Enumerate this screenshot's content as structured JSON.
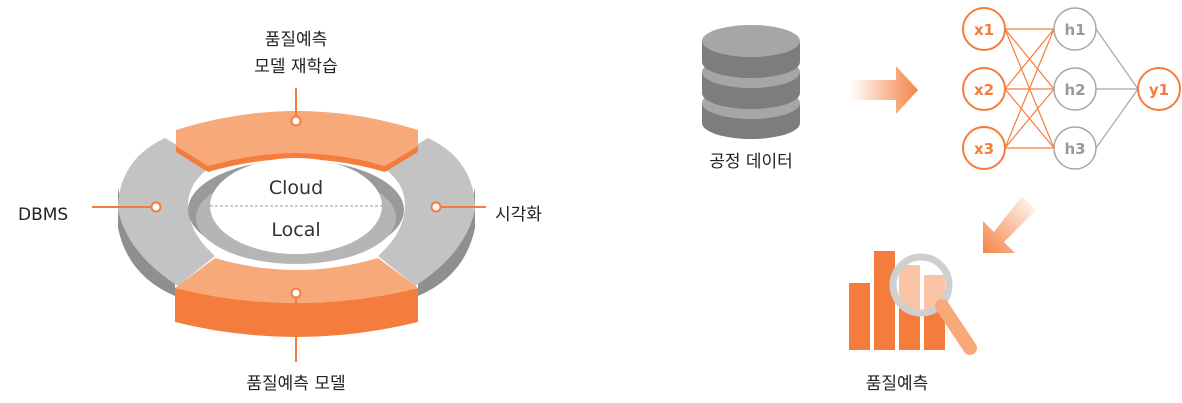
{
  "ring": {
    "top_label_line1": "품질예측",
    "top_label_line2": "모델 재학습",
    "left_label": "DBMS",
    "right_label": "시각화",
    "bottom_label": "품질예측 모델",
    "center_top": "Cloud",
    "center_bottom": "Local"
  },
  "pipeline": {
    "database_label": "공정 데이터",
    "prediction_label": "품질예측"
  },
  "network": {
    "inputs": [
      "x1",
      "x2",
      "x3"
    ],
    "hidden": [
      "h1",
      "h2",
      "h3"
    ],
    "output": "y1"
  },
  "colors": {
    "orange": "#f47c3c",
    "orange_light": "#f8a97a",
    "gray": "#c3c3c3",
    "gray_dark": "#8f8f8f",
    "node_gray": "#a7a7a7"
  }
}
